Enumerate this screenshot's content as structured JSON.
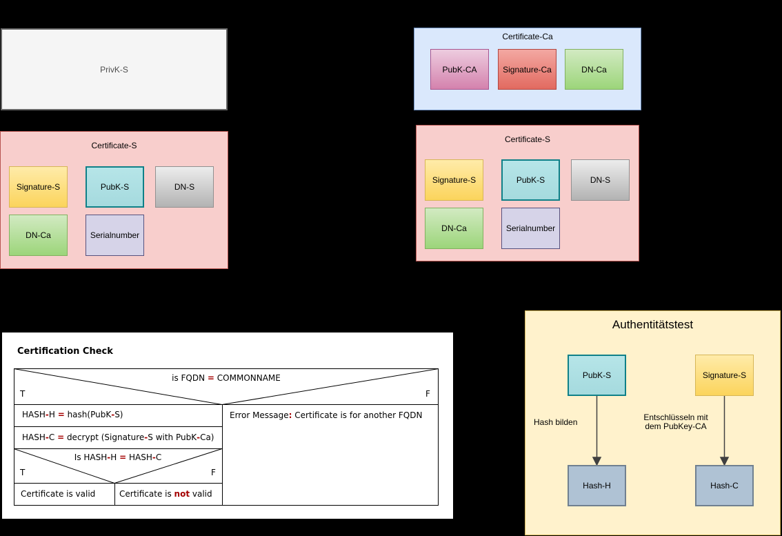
{
  "colors": {
    "background": "#000000",
    "accent_red": "#a40000",
    "certificate_ca_fill": "#dae8fc",
    "certificate_s_fill": "#f8cecc",
    "authenticity_fill": "#fff2cc"
  },
  "privk_box": {
    "label": "PrivK-S"
  },
  "certificate_ca": {
    "title": "Certificate-Ca",
    "pubk_ca": "PubK-CA",
    "signature_ca": "Signature-Ca",
    "dn_ca": "DN-Ca"
  },
  "certificate_s_left": {
    "title": "Certificate-S",
    "signature_s": "Signature-S",
    "pubk_s": "PubK-S",
    "dn_s": "DN-S",
    "dn_ca": "DN-Ca",
    "serialnumber": "Serialnumber"
  },
  "certificate_s_right": {
    "title": "Certificate-S",
    "signature_s": "Signature-S",
    "pubk_s": "PubK-S",
    "dn_s": "DN-S",
    "dn_ca": "DN-Ca",
    "serialnumber": "Serialnumber"
  },
  "certification_check": {
    "title": "Certification Check",
    "decision_fqdn": {
      "condition": [
        {
          "text": "is FQDN "
        },
        {
          "text": "=",
          "red": true
        },
        {
          "text": " COMMONNAME"
        }
      ],
      "true_label": "T",
      "false_label": "F"
    },
    "step_hash_h": [
      {
        "text": "HASH"
      },
      {
        "text": "-",
        "red": true
      },
      {
        "text": "H "
      },
      {
        "text": "=",
        "red": true
      },
      {
        "text": " hash(PubK"
      },
      {
        "text": "-",
        "red": true
      },
      {
        "text": "S)"
      }
    ],
    "step_hash_c": [
      {
        "text": "HASH"
      },
      {
        "text": "-",
        "red": true
      },
      {
        "text": "C "
      },
      {
        "text": "=",
        "red": true
      },
      {
        "text": " decrypt (Signature"
      },
      {
        "text": "-",
        "red": true
      },
      {
        "text": "S with PubK"
      },
      {
        "text": "-",
        "red": true
      },
      {
        "text": "Ca)"
      }
    ],
    "error_branch": [
      {
        "text": "Error Message"
      },
      {
        "text": ":",
        "red": true
      },
      {
        "text": " Certificate is for another FQDN"
      }
    ],
    "decision_hash": {
      "condition": [
        {
          "text": "Is HASH"
        },
        {
          "text": "-",
          "red": true
        },
        {
          "text": "H "
        },
        {
          "text": "=",
          "red": true
        },
        {
          "text": " HASH"
        },
        {
          "text": "-",
          "red": true
        },
        {
          "text": "C"
        }
      ],
      "true_label": "T",
      "false_label": "F"
    },
    "result_valid": [
      {
        "text": "Certificate is valid"
      }
    ],
    "result_invalid": [
      {
        "text": "Certificate is "
      },
      {
        "text": "not",
        "red": true
      },
      {
        "text": " valid"
      }
    ]
  },
  "authenticity_test": {
    "title": "Authentitätstest",
    "pubk_s": "PubK-S",
    "signature_s": "Signature-S",
    "hash_h": "Hash-H",
    "hash_c": "Hash-C",
    "hash_arrow_label": "Hash bilden",
    "decrypt_arrow_label_line1": "Entschlüsseln mit",
    "decrypt_arrow_label_line2": "dem PubKey-CA"
  }
}
